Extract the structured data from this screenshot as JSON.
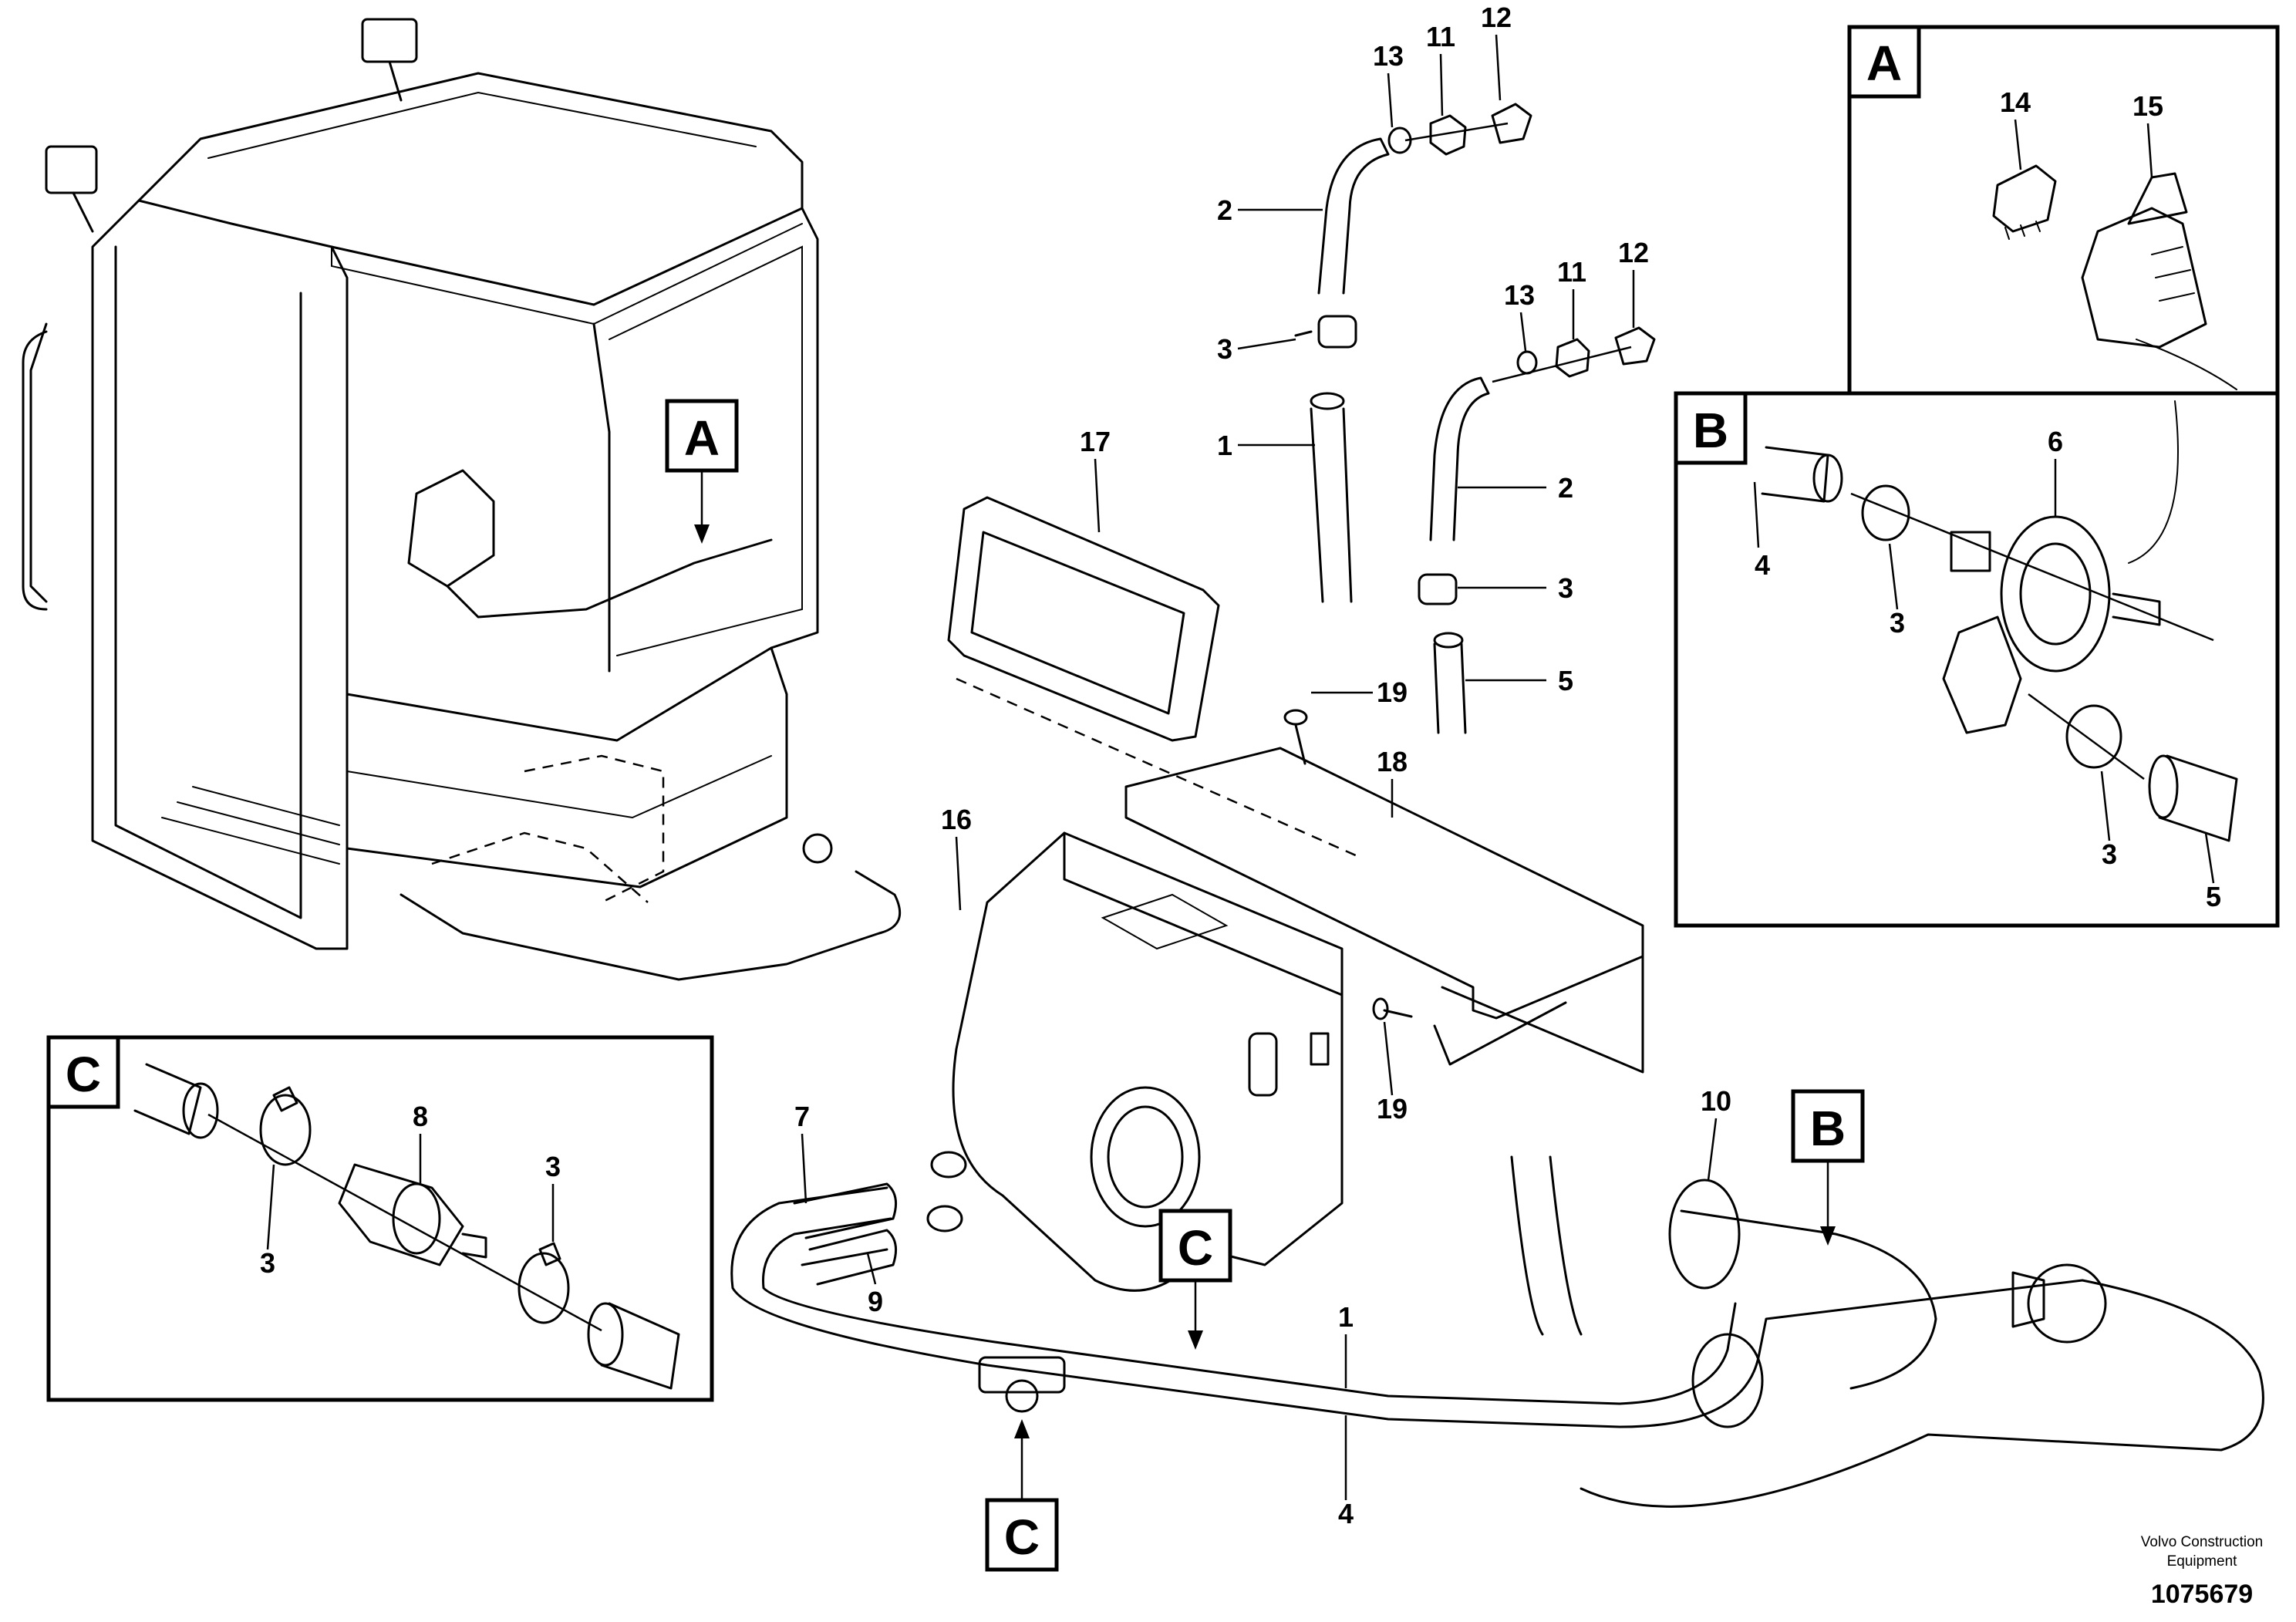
{
  "diagram": {
    "callouts": [
      "1",
      "2",
      "3",
      "4",
      "5",
      "6",
      "7",
      "8",
      "9",
      "10",
      "11",
      "12",
      "13",
      "14",
      "15",
      "16",
      "17",
      "18",
      "19"
    ],
    "view_tags": {
      "a": "A",
      "b": "B",
      "c": "C"
    },
    "footer": {
      "maker_line1": "Volvo Construction",
      "maker_line2": "Equipment",
      "drawing_number": "1075679"
    }
  }
}
